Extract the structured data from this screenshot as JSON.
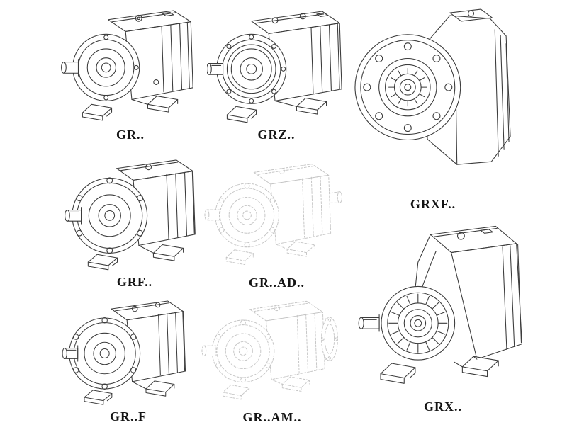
{
  "colors": {
    "background": "#ffffff",
    "line": "#3c3c3c",
    "ghost": "#c5c5c5",
    "label": "#141414"
  },
  "figures": [
    {
      "label": "GR..",
      "style": "solid",
      "view": "foot-mounted-helical-gear-unit"
    },
    {
      "label": "GRZ..",
      "style": "solid",
      "view": "foot-mounted-helical-gear-unit"
    },
    {
      "label": "GRXF..",
      "style": "solid",
      "view": "flange-mounted-gear-unit-front"
    },
    {
      "label": "GRF..",
      "style": "solid",
      "view": "flange-foot-gear-unit"
    },
    {
      "label": "GR..AD..",
      "style": "ghost",
      "view": "gear-unit-with-input-shaft-adapter"
    },
    {
      "label": "GR..F",
      "style": "solid",
      "view": "flange-foot-gear-unit"
    },
    {
      "label": "GR..AM..",
      "style": "ghost",
      "view": "gear-unit-with-motor-adapter-flange"
    },
    {
      "label": "GRX..",
      "style": "solid",
      "view": "large-foot-mounted-gear-unit"
    }
  ]
}
